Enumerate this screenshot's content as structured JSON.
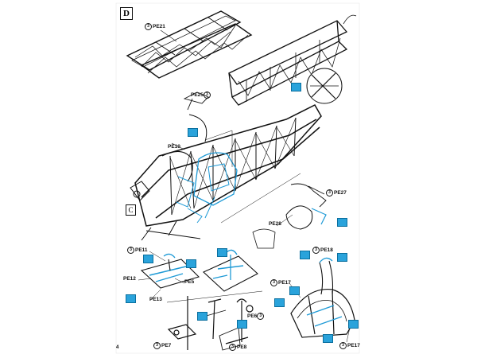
{
  "step": {
    "letter": "D",
    "sub_letter": "C"
  },
  "page_number": "4",
  "pe_callouts": [
    {
      "id": "pe21",
      "text": "PE21",
      "num": "3"
    },
    {
      "id": "pe25",
      "text": "PE25",
      "num": "3"
    },
    {
      "id": "pe10",
      "text": "PE10",
      "num": ""
    },
    {
      "id": "pe27",
      "text": "PE27",
      "num": "3"
    },
    {
      "id": "pe28",
      "text": "PE28",
      "num": ""
    },
    {
      "id": "pe11",
      "text": "PE11",
      "num": "3"
    },
    {
      "id": "pe12",
      "text": "PE12",
      "num": ""
    },
    {
      "id": "pe5",
      "text": "PE5",
      "num": ""
    },
    {
      "id": "pe13",
      "text": "PE13",
      "num": ""
    },
    {
      "id": "pe18",
      "text": "PE18",
      "num": "3"
    },
    {
      "id": "pe17a",
      "text": "PE17",
      "num": "3"
    },
    {
      "id": "pe6",
      "text": "PE6",
      "num": "3"
    },
    {
      "id": "pe7",
      "text": "PE7",
      "num": "3"
    },
    {
      "id": "pe8",
      "text": "PE8",
      "num": "3"
    },
    {
      "id": "pe17b",
      "text": "PE17",
      "num": "3"
    }
  ],
  "colors": {
    "line": "#111111",
    "accent": "#1e9ad6",
    "tag": "#2aa3db"
  }
}
